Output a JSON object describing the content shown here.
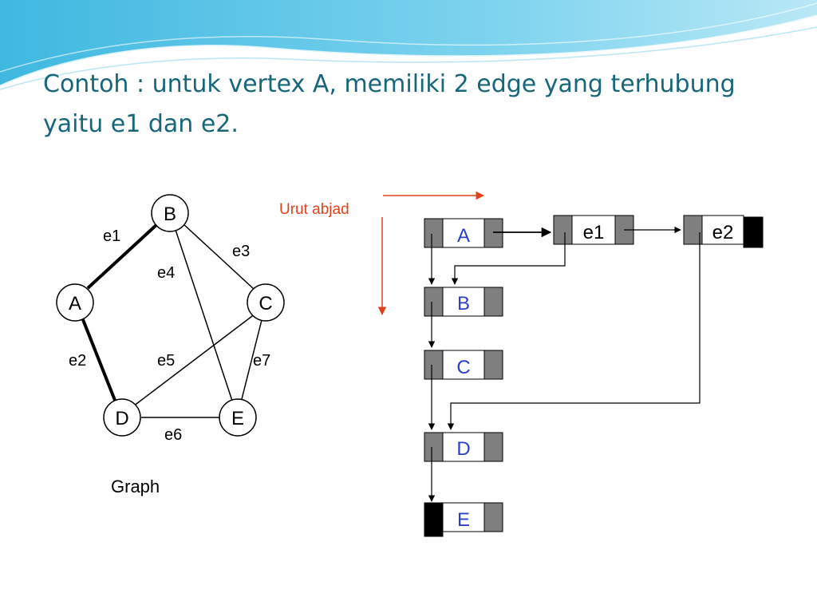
{
  "slide": {
    "title_line1": "Contoh : untuk vertex A, memiliki 2 edge yang terhubung",
    "title_line2": "yaitu e1 dan e2."
  },
  "graph": {
    "caption": "Graph",
    "vertices": [
      "A",
      "B",
      "C",
      "D",
      "E"
    ],
    "edges": [
      {
        "label": "e1",
        "from": "A",
        "to": "B",
        "highlighted": true
      },
      {
        "label": "e2",
        "from": "A",
        "to": "D",
        "highlighted": true
      },
      {
        "label": "e3",
        "from": "B",
        "to": "C",
        "highlighted": false
      },
      {
        "label": "e4",
        "from": "B",
        "to": "E",
        "highlighted": false
      },
      {
        "label": "e5",
        "from": "C",
        "to": "D",
        "highlighted": false
      },
      {
        "label": "e6",
        "from": "D",
        "to": "E",
        "highlighted": false
      },
      {
        "label": "e7",
        "from": "C",
        "to": "E",
        "highlighted": false
      }
    ]
  },
  "list": {
    "order_note": "Urut abjad",
    "vertex_nodes": [
      "A",
      "B",
      "C",
      "D",
      "E"
    ],
    "edge_nodes": [
      "e1",
      "e2"
    ]
  },
  "colors": {
    "title": "#17667a",
    "header_wave": "#4fc3e6",
    "note": "#e0401a",
    "vertex_text": "#2b3fc8",
    "pointer_cell": "#7f7f7f",
    "null_cell": "#000000"
  }
}
